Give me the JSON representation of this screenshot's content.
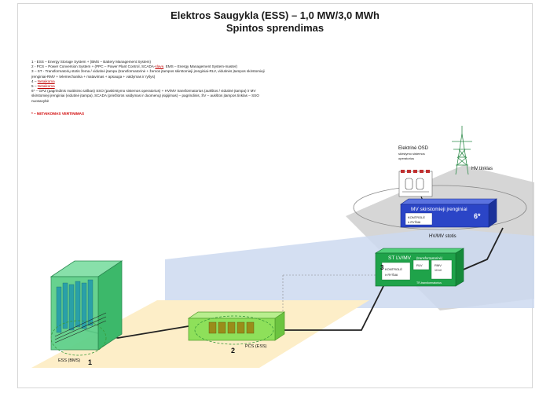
{
  "title_line1": "Elektros Saugykla (ESS) – 1,0 MW/3,0 MWh",
  "title_line2": "Spintos sprendimas",
  "legend": {
    "l1": "1 - ESS – Energy Storage System + (BMS – Battery Management System)",
    "l2": "2 - PCS – Power Conversion System + (PPC – Power Plant Control, SCADA-",
    "l2u": "slave",
    "l2b": ", EMS – Energy Management System-master)",
    "l3": "3 – ST - Transformatorių stotis žema / vidutinė įtampa (transformatorinė + žemos įtampos skirstomieji įrenginiai-RLV, vidutinės įtampos skirstomieji įrenginiai-RMV + telemechanika + matavimas + apsauga + valdymas ir ryšys)",
    "l4p": "4 – ",
    "l4u": "Netaikoma",
    "l5p": "5 – ",
    "l5u": "Netaikoma",
    "l6": "6* – GPZ (pagrindinis maitinimo taškas) SSO (paskirstymo sistemos operatorius) + HV/MV transformatorius (aukštos / vidutinė įtampa) ir MV skirstomieji įrenginiai (vidutinė įtampa), SCADA (priežiūros valdymas ir duomenų) įsigijimas) – pagrindinis, ŠV – aukštos įtampos tinklas – SSO nuosavybė",
    "note": "* – NETAIKOMAS VERTINIMAS"
  },
  "labels": {
    "ess": "ESS (BMS)",
    "ess_num": "1",
    "pcs": "PCS (ESS)",
    "pcs_num": "2",
    "st_title": "ST LV/MV",
    "st_sub": "(transformatorinė)",
    "st_num": "3",
    "kontrole": "KONTROLĖ",
    "ir_rysys": "ir RYŠIAI",
    "rlv": "RLV",
    "rmv": "RMV",
    "rmv_kv": "10 kV",
    "trafo": "TR-transformatorius",
    "mv_title": "MV skirstomieji įrenginiai",
    "mv_num": "6*",
    "mv_kontrole": "KONTROLĖ",
    "mv_rysys": "ir RYŠIAI",
    "hvmv": "HV/MV stotis",
    "osd_title": "Elektrinė OSD",
    "osd_sub1": "skirstymo sistemos",
    "osd_sub2": "operatorius",
    "hv_tinklas": "HV tinklas"
  },
  "colors": {
    "ess_fill": "#5fd08a",
    "pcs_fill": "#8ee05a",
    "st_fill": "#1fa34a",
    "mv_fill": "#2b45c7",
    "yellow_zone": "#fdeec8",
    "blue_zone": "#cdd9f0",
    "gray_zone": "#cfcfcf"
  }
}
